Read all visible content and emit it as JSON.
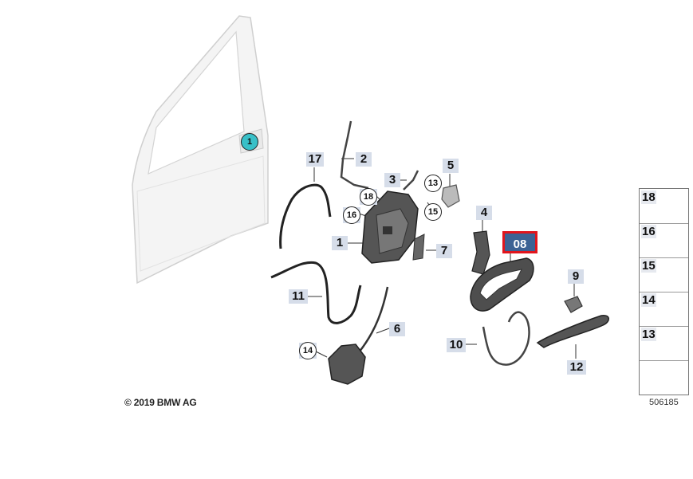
{
  "labels": {
    "door_marker": "1",
    "p1": "1",
    "p2": "2",
    "p3": "3",
    "p4": "4",
    "p5": "5",
    "p6": "6",
    "p7": "7",
    "p9": "9",
    "p10": "10",
    "p11": "11",
    "p12": "12",
    "p17": "17",
    "c13": "13",
    "c14": "14",
    "c15": "15",
    "c16": "16",
    "c18": "18",
    "highlight": "08"
  },
  "legend": [
    "18",
    "16",
    "15",
    "14",
    "13"
  ],
  "copyright": "© 2019 BMW AG",
  "image_number": "506185",
  "colors": {
    "label_bg": "#d6dde9",
    "highlight_bg": "#3c6294",
    "highlight_border": "#e0151d",
    "marker_teal": "#39c0c8"
  }
}
